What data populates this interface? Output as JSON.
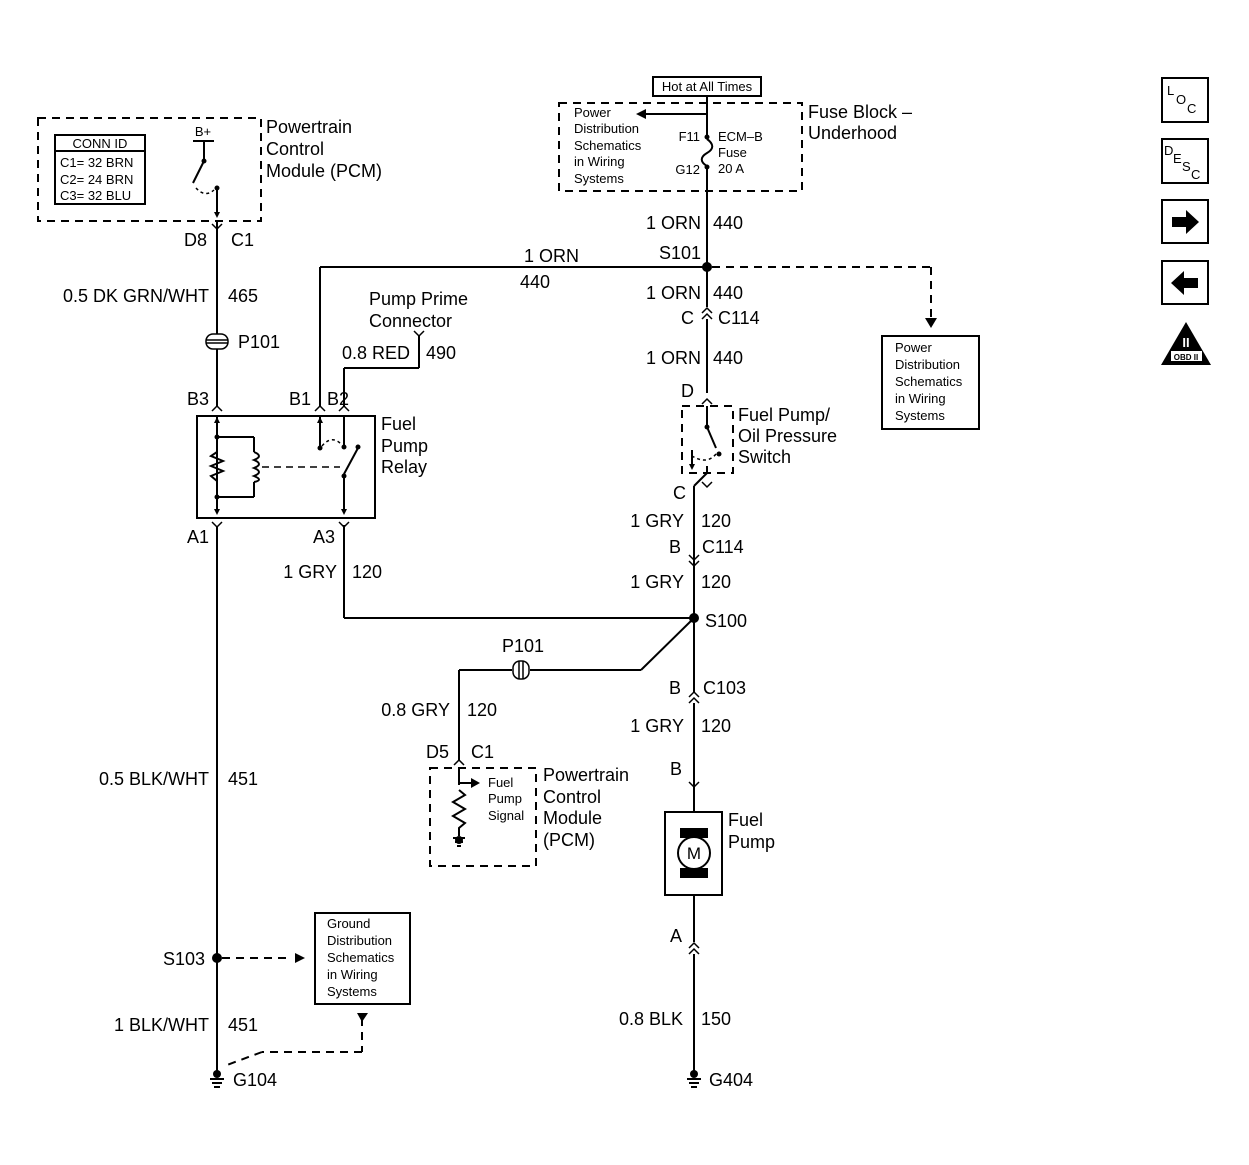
{
  "hot_label": "Hot at All Times",
  "fuse_block": {
    "title_line1": "Fuse Block –",
    "title_line2": "Underhood",
    "ref_lines": [
      "Power",
      "Distribution",
      "Schematics",
      "in Wiring",
      "Systems"
    ],
    "pin_top": "F11",
    "pin_bottom": "G12",
    "fuse_lines": [
      "ECM–B",
      "Fuse",
      "20 A"
    ]
  },
  "pcm_top": {
    "title_lines": [
      "Powertrain",
      "Control",
      "Module (PCM)"
    ],
    "conn_id_title": "CONN ID",
    "conn_rows": [
      "C1= 32 BRN",
      "C2= 24 BRN",
      "C3= 32 BLU"
    ],
    "bplus": "B+"
  },
  "relay": {
    "title_lines": [
      "Fuel",
      "Pump",
      "Relay"
    ],
    "pin_b1": "B1",
    "pin_b2": "B2",
    "pin_b3": "B3",
    "pin_a1": "A1",
    "pin_a3": "A3"
  },
  "prime": {
    "title_lines": [
      "Pump Prime",
      "Connector"
    ],
    "wire": "0.8 RED",
    "circuit": "490"
  },
  "switch": {
    "title_lines": [
      "Fuel Pump/",
      "Oil Pressure",
      "Switch"
    ],
    "pin_top": "D",
    "pin_bottom": "C"
  },
  "power_ref_lines": [
    "Power",
    "Distribution",
    "Schematics",
    "in Wiring",
    "Systems"
  ],
  "ground_ref_lines": [
    "Ground",
    "Distribution",
    "Schematics",
    "in Wiring",
    "Systems"
  ],
  "pcm_bottom": {
    "title_lines": [
      "Powertrain",
      "Control",
      "Module",
      "(PCM)"
    ],
    "signal_lines": [
      "Fuel",
      "Pump",
      "Signal"
    ],
    "pin": "D5",
    "conn": "C1"
  },
  "pump": {
    "title_lines": [
      "Fuel",
      "Pump"
    ],
    "motor": "M",
    "pin_top": "B",
    "pin_bottom": "A"
  },
  "labels": {
    "d8": "D8",
    "c1_top": "C1",
    "w465": "0.5 DK GRN/WHT",
    "c465": "465",
    "p101_left": "P101",
    "w440_a": "1 ORN",
    "c440_a": "440",
    "s101": "S101",
    "w440_h": "1 ORN",
    "c440_h": "440",
    "w440_b": "1 ORN",
    "c440_b": "440",
    "c114_pin_c": "C",
    "c114_a": "C114",
    "w440_c": "1 ORN",
    "c440_c": "440",
    "w120_a": "1 GRY",
    "c120_a": "120",
    "c114_pin_b": "B",
    "c114_b": "C114",
    "w120_b": "1 GRY",
    "c120_b": "120",
    "s100": "S100",
    "w120_relay": "1 GRY",
    "c120_relay": "120",
    "p101_mid": "P101",
    "w120_pcm": "0.8 GRY",
    "c120_pcm": "120",
    "c103_pin": "B",
    "c103": "C103",
    "w120_c": "1 GRY",
    "c120_c": "120",
    "w451_a": "0.5 BLK/WHT",
    "c451_a": "451",
    "s103": "S103",
    "w451_b": "1 BLK/WHT",
    "c451_b": "451",
    "g104": "G104",
    "w150": "0.8 BLK",
    "c150": "150",
    "g404": "G404"
  },
  "side_icons": [
    {
      "name": "loc-icon",
      "letters": [
        "L",
        "O",
        "C"
      ]
    },
    {
      "name": "desc-icon",
      "letters": [
        "D",
        "E",
        "S",
        "C"
      ]
    },
    {
      "name": "next-arrow-icon",
      "glyph": "➡"
    },
    {
      "name": "back-arrow-icon",
      "glyph": "⬅"
    },
    {
      "name": "obd-ii-icon",
      "letters": [
        "II",
        "OBD II"
      ]
    }
  ]
}
